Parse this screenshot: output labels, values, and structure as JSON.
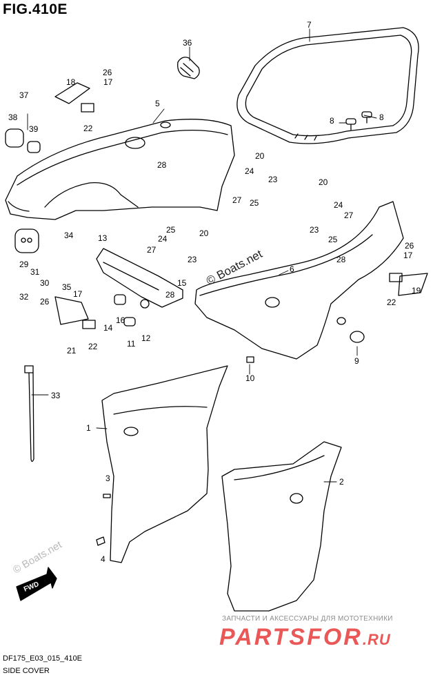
{
  "figure": {
    "title": "FIG.410E",
    "model_code": "DF175_E03_015_410E",
    "section_name": "SIDE COVER"
  },
  "watermarks": {
    "main": "© Boats.net",
    "faint": "© Boats.net"
  },
  "ad": {
    "tagline": "ЗАПЧАСТИ И АКСЕССУАРЫ ДЛЯ МОТОТЕХНИКИ",
    "brand": "PARTSFOR",
    "domain": ".RU"
  },
  "arrow_label": "FWD",
  "callouts": [
    {
      "n": "1"
    },
    {
      "n": "2"
    },
    {
      "n": "3"
    },
    {
      "n": "4"
    },
    {
      "n": "5"
    },
    {
      "n": "6"
    },
    {
      "n": "7"
    },
    {
      "n": "8"
    },
    {
      "n": "8"
    },
    {
      "n": "9"
    },
    {
      "n": "10"
    },
    {
      "n": "11"
    },
    {
      "n": "12"
    },
    {
      "n": "13"
    },
    {
      "n": "14"
    },
    {
      "n": "15"
    },
    {
      "n": "16"
    },
    {
      "n": "17"
    },
    {
      "n": "17"
    },
    {
      "n": "17"
    },
    {
      "n": "18"
    },
    {
      "n": "19"
    },
    {
      "n": "20"
    },
    {
      "n": "20"
    },
    {
      "n": "20"
    },
    {
      "n": "21"
    },
    {
      "n": "22"
    },
    {
      "n": "22"
    },
    {
      "n": "22"
    },
    {
      "n": "23"
    },
    {
      "n": "23"
    },
    {
      "n": "23"
    },
    {
      "n": "24"
    },
    {
      "n": "24"
    },
    {
      "n": "24"
    },
    {
      "n": "25"
    },
    {
      "n": "25"
    },
    {
      "n": "25"
    },
    {
      "n": "26"
    },
    {
      "n": "26"
    },
    {
      "n": "26"
    },
    {
      "n": "27"
    },
    {
      "n": "27"
    },
    {
      "n": "27"
    },
    {
      "n": "28"
    },
    {
      "n": "28"
    },
    {
      "n": "28"
    },
    {
      "n": "29"
    },
    {
      "n": "30"
    },
    {
      "n": "31"
    },
    {
      "n": "32"
    },
    {
      "n": "33"
    },
    {
      "n": "34"
    },
    {
      "n": "35"
    },
    {
      "n": "36"
    },
    {
      "n": "37"
    },
    {
      "n": "38"
    },
    {
      "n": "39"
    }
  ]
}
